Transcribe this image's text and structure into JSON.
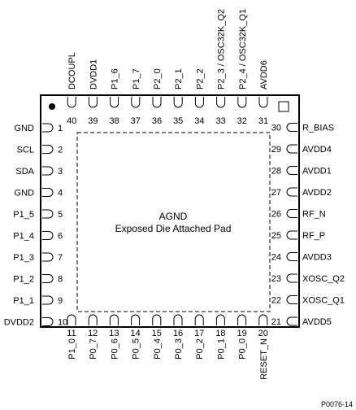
{
  "figure_id": "P0076-14",
  "pad": {
    "name": "AGND",
    "description": "Exposed Die Attached Pad"
  },
  "pins": {
    "left": [
      {
        "num": "1",
        "name": "GND"
      },
      {
        "num": "2",
        "name": "SCL"
      },
      {
        "num": "3",
        "name": "SDA"
      },
      {
        "num": "4",
        "name": "GND"
      },
      {
        "num": "5",
        "name": "P1_5"
      },
      {
        "num": "6",
        "name": "P1_4"
      },
      {
        "num": "7",
        "name": "P1_3"
      },
      {
        "num": "8",
        "name": "P1_2"
      },
      {
        "num": "9",
        "name": "P1_1"
      },
      {
        "num": "10",
        "name": "DVDD2"
      }
    ],
    "bottom": [
      {
        "num": "11",
        "name": "P1_0"
      },
      {
        "num": "12",
        "name": "P0_7"
      },
      {
        "num": "13",
        "name": "P0_6"
      },
      {
        "num": "14",
        "name": "P0_5"
      },
      {
        "num": "15",
        "name": "P0_4"
      },
      {
        "num": "16",
        "name": "P0_3"
      },
      {
        "num": "17",
        "name": "P0_2"
      },
      {
        "num": "18",
        "name": "P0_1"
      },
      {
        "num": "19",
        "name": "P0_0"
      },
      {
        "num": "20",
        "name": "RESET_N"
      }
    ],
    "right": [
      {
        "num": "21",
        "name": "AVDD5"
      },
      {
        "num": "22",
        "name": "XOSC_Q1"
      },
      {
        "num": "23",
        "name": "XOSC_Q2"
      },
      {
        "num": "24",
        "name": "AVDD3"
      },
      {
        "num": "25",
        "name": "RF_P"
      },
      {
        "num": "26",
        "name": "RF_N"
      },
      {
        "num": "27",
        "name": "AVDD2"
      },
      {
        "num": "28",
        "name": "AVDD1"
      },
      {
        "num": "29",
        "name": "AVDD4"
      },
      {
        "num": "30",
        "name": "R_BIAS"
      }
    ],
    "top": [
      {
        "num": "31",
        "name": "AVDD6"
      },
      {
        "num": "32",
        "name": "P2_4 / OSC32K_Q1"
      },
      {
        "num": "33",
        "name": "P2_3 / OSC32K_Q2"
      },
      {
        "num": "34",
        "name": "P2_2"
      },
      {
        "num": "35",
        "name": "P2_1"
      },
      {
        "num": "36",
        "name": "P2_0"
      },
      {
        "num": "37",
        "name": "P1_7"
      },
      {
        "num": "38",
        "name": "P1_6"
      },
      {
        "num": "39",
        "name": "DVDD1"
      },
      {
        "num": "40",
        "name": "DCOUPL"
      }
    ]
  }
}
